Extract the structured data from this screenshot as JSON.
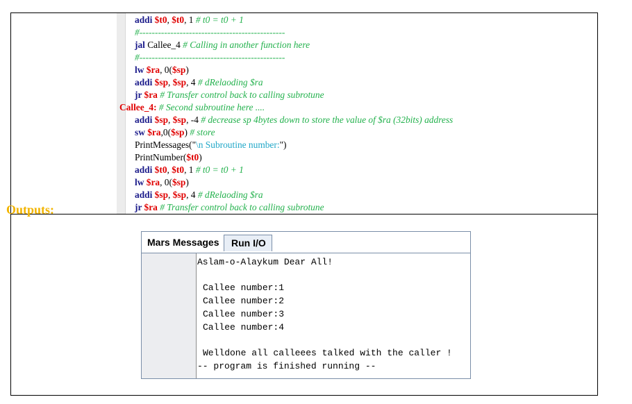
{
  "code": {
    "l1": {
      "kw": "addi",
      "r1": "$t0",
      "c1": ", ",
      "r2": "$t0",
      "n": ", 1 ",
      "cm": "# t0 = t0 + 1"
    },
    "l2": {
      "cm": "#-----------------------------------------------"
    },
    "l3": {
      "kw": "jal",
      "plain": " Callee_4 ",
      "cm": "# Calling in another function here"
    },
    "l4": {
      "cm": "#-----------------------------------------------"
    },
    "l5": {
      "kw": "lw",
      "r1": " $ra",
      "n": ", 0(",
      "r2": "$sp",
      "n2": ")"
    },
    "l6": {
      "kw": "addi",
      "r1": " $sp",
      "c1": ", ",
      "r2": "$sp",
      "n": ", 4 ",
      "cm": "# dRelaoding $ra"
    },
    "l7": {
      "kw": "jr",
      "r1": " $ra",
      "cm": " # Transfer control back to calling subrotune"
    },
    "l8": {
      "lbl": "Callee_4:",
      "cm": " # Second subroutine here ...."
    },
    "l9": {
      "kw": "addi",
      "r1": " $sp",
      "c1": ", ",
      "r2": "$sp",
      "n": ", -4 ",
      "cm": "# decrease sp 4bytes down to store the value of $ra (32bits) address"
    },
    "l10": {
      "kw": "sw",
      "r1": " $ra",
      "n": ",0(",
      "r2": "$sp",
      "n2": ") ",
      "cm": "# store"
    },
    "l11": {
      "plain": "PrintMessages(\"",
      "str": "\\n Subroutine number:",
      "plain2": "\")"
    },
    "l12": {
      "plain": "PrintNumber(",
      "r1": "$t0",
      "plain2": ")"
    },
    "l13": {
      "kw": "addi",
      "r1": " $t0",
      "c1": ", ",
      "r2": "$t0",
      "n": ", 1 ",
      "cm": "# t0 = t0 + 1"
    },
    "l14": {
      "kw": "lw",
      "r1": " $ra",
      "n": ", 0(",
      "r2": "$sp",
      "n2": ")"
    },
    "l15": {
      "kw": "addi",
      "r1": " $sp",
      "c1": ", ",
      "r2": "$sp",
      "n": ", 4 ",
      "cm": "# dRelaoding $ra"
    },
    "l16": {
      "kw": "jr",
      "r1": " $ra",
      "cm": " # Transfer control back to calling subrotune"
    }
  },
  "outputs_title": "Outputs:",
  "mars": {
    "tabs": [
      "Mars Messages",
      "Run I/O"
    ],
    "console": [
      "Aslam-o-Alaykum Dear All!",
      "Callee number:1",
      "Callee number:2",
      "Callee number:3",
      "Callee number:4",
      "Welldone all calleees talked with the caller !",
      "-- program is finished running --"
    ]
  }
}
